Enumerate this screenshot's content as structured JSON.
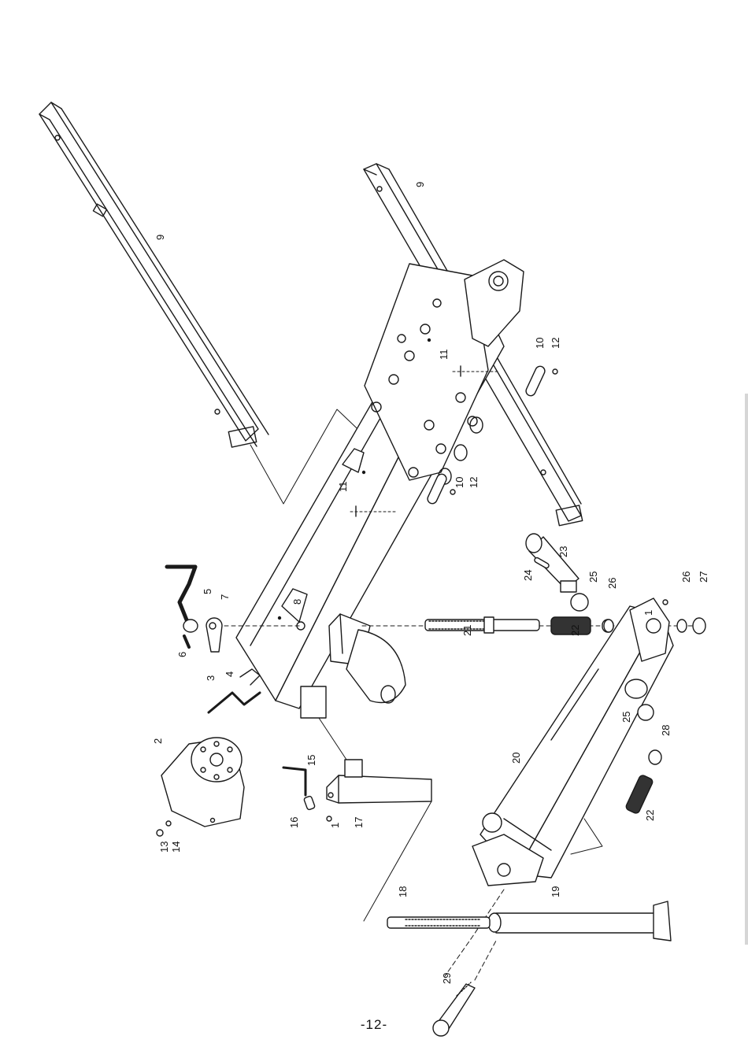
{
  "page": {
    "number": "-12-"
  },
  "callouts": [
    "1",
    "1",
    "2",
    "3",
    "4",
    "5",
    "6",
    "7",
    "8",
    "9",
    "9",
    "10",
    "10",
    "11",
    "11",
    "12",
    "12",
    "13",
    "14",
    "15",
    "16",
    "17",
    "18",
    "19",
    "20",
    "21",
    "22",
    "22",
    "23",
    "24",
    "25",
    "25",
    "26",
    "26",
    "27",
    "28",
    "29"
  ]
}
